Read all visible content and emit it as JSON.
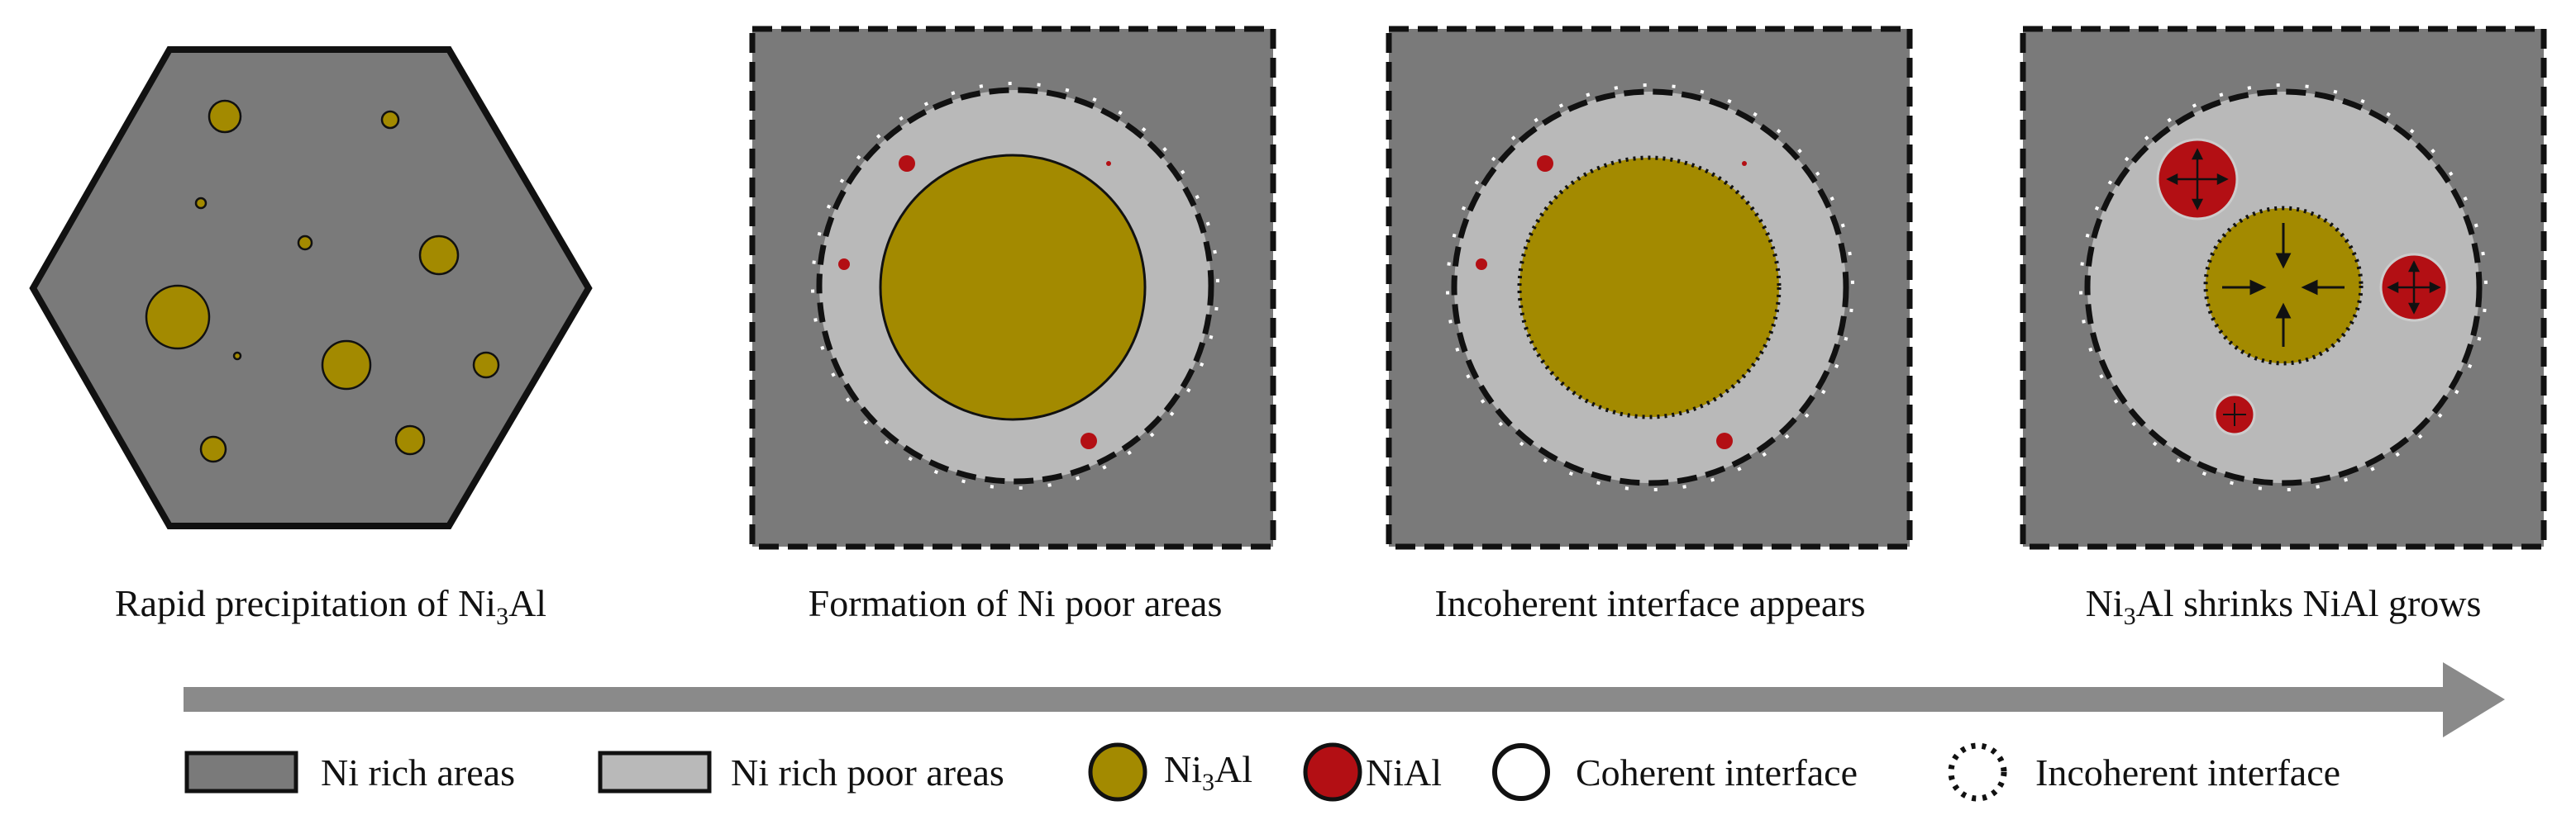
{
  "colors": {
    "ni_rich": "#7a7a7a",
    "ni_poor": "#b9b9b9",
    "ni3al": "#a38a00",
    "nial": "#b30f14",
    "outline": "#111111",
    "arrow": "#8a8a8a",
    "white": "#ffffff"
  },
  "stages": [
    {
      "label_pre": "Rapid precipitation of Ni",
      "label_sub": "3",
      "label_post": "Al"
    },
    {
      "label_pre": "Formation of Ni poor areas",
      "label_sub": "",
      "label_post": ""
    },
    {
      "label_pre": "Incoherent interface appears",
      "label_sub": "",
      "label_post": ""
    },
    {
      "label_pre": "Ni",
      "label_sub": "3",
      "label_post": "Al shrinks NiAl grows"
    }
  ],
  "legend": [
    {
      "symbol": "ni-rich-swatch",
      "label_pre": "Ni rich areas",
      "label_sub": "",
      "label_post": ""
    },
    {
      "symbol": "ni-poor-swatch",
      "label_pre": "Ni rich poor areas",
      "label_sub": "",
      "label_post": ""
    },
    {
      "symbol": "ni3al-circle",
      "label_pre": "Ni",
      "label_sub": "3",
      "label_post": "Al"
    },
    {
      "symbol": "nial-circle",
      "label_pre": "NiAl",
      "label_sub": "",
      "label_post": ""
    },
    {
      "symbol": "coherent-circle",
      "label_pre": "Coherent interface",
      "label_sub": "",
      "label_post": ""
    },
    {
      "symbol": "incoherent-circle",
      "label_pre": "Incoherent interface",
      "label_sub": "",
      "label_post": ""
    }
  ]
}
